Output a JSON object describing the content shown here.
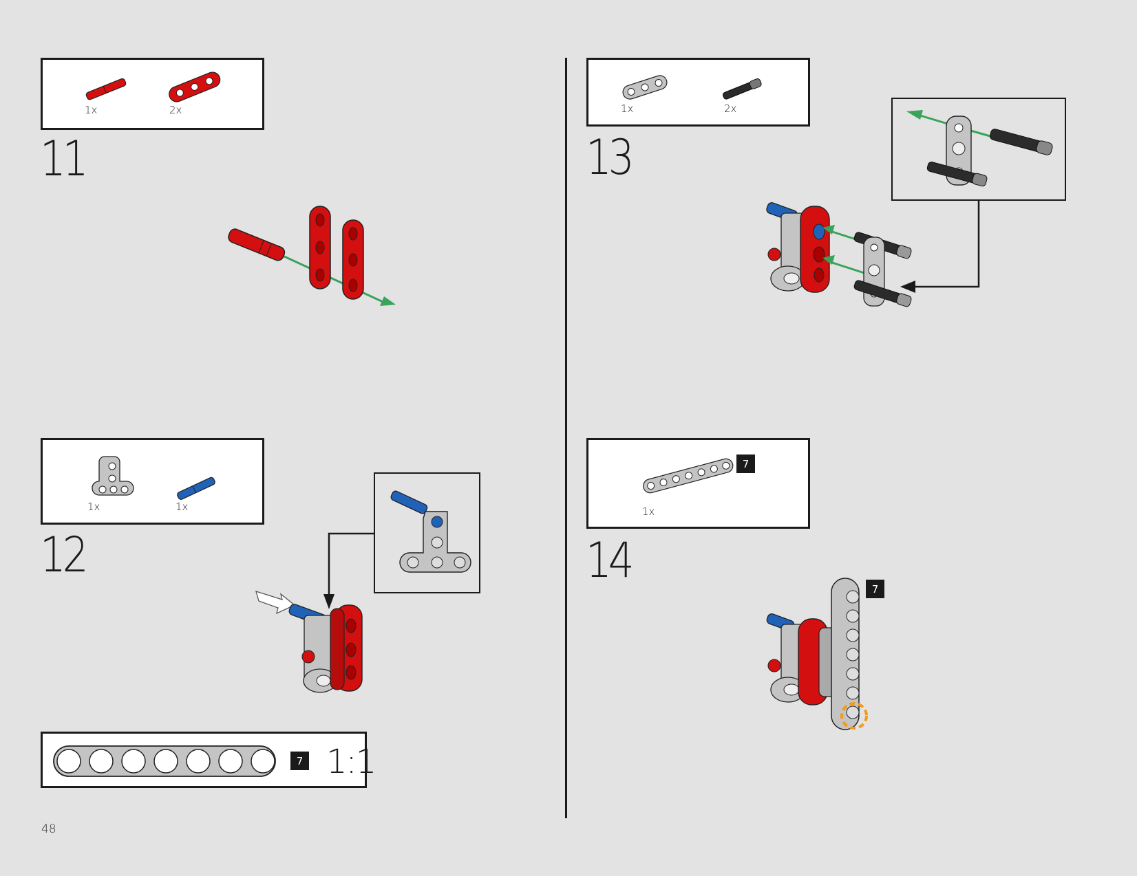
{
  "page_number": "48",
  "steps": [
    {
      "number": "11",
      "parts": [
        {
          "qty": "1x",
          "icon": "red-axle-pin-icon"
        },
        {
          "qty": "2x",
          "icon": "red-beam-3-icon"
        }
      ]
    },
    {
      "number": "12",
      "parts": [
        {
          "qty": "1x",
          "icon": "gray-t-beam-icon"
        },
        {
          "qty": "1x",
          "icon": "blue-axle-pin-icon"
        }
      ]
    },
    {
      "number": "13",
      "parts": [
        {
          "qty": "1x",
          "icon": "gray-connector-icon"
        },
        {
          "qty": "2x",
          "icon": "black-axle-pin-icon"
        }
      ]
    },
    {
      "number": "14",
      "parts": [
        {
          "qty": "1x",
          "icon": "gray-beam-7-icon"
        }
      ],
      "part_badge": "7",
      "model_badge": "7"
    }
  ],
  "scale_ruler": {
    "badge": "7",
    "label": "1:1",
    "holes": 7
  },
  "colors": {
    "background": "#e3e3e3",
    "red": "#d40f0f",
    "blue": "#1f62b8",
    "gray": "#c4c4c4",
    "dark": "#2b2b2b",
    "green_arrow": "#3aa35a",
    "orange_highlight": "#f29a1a"
  }
}
